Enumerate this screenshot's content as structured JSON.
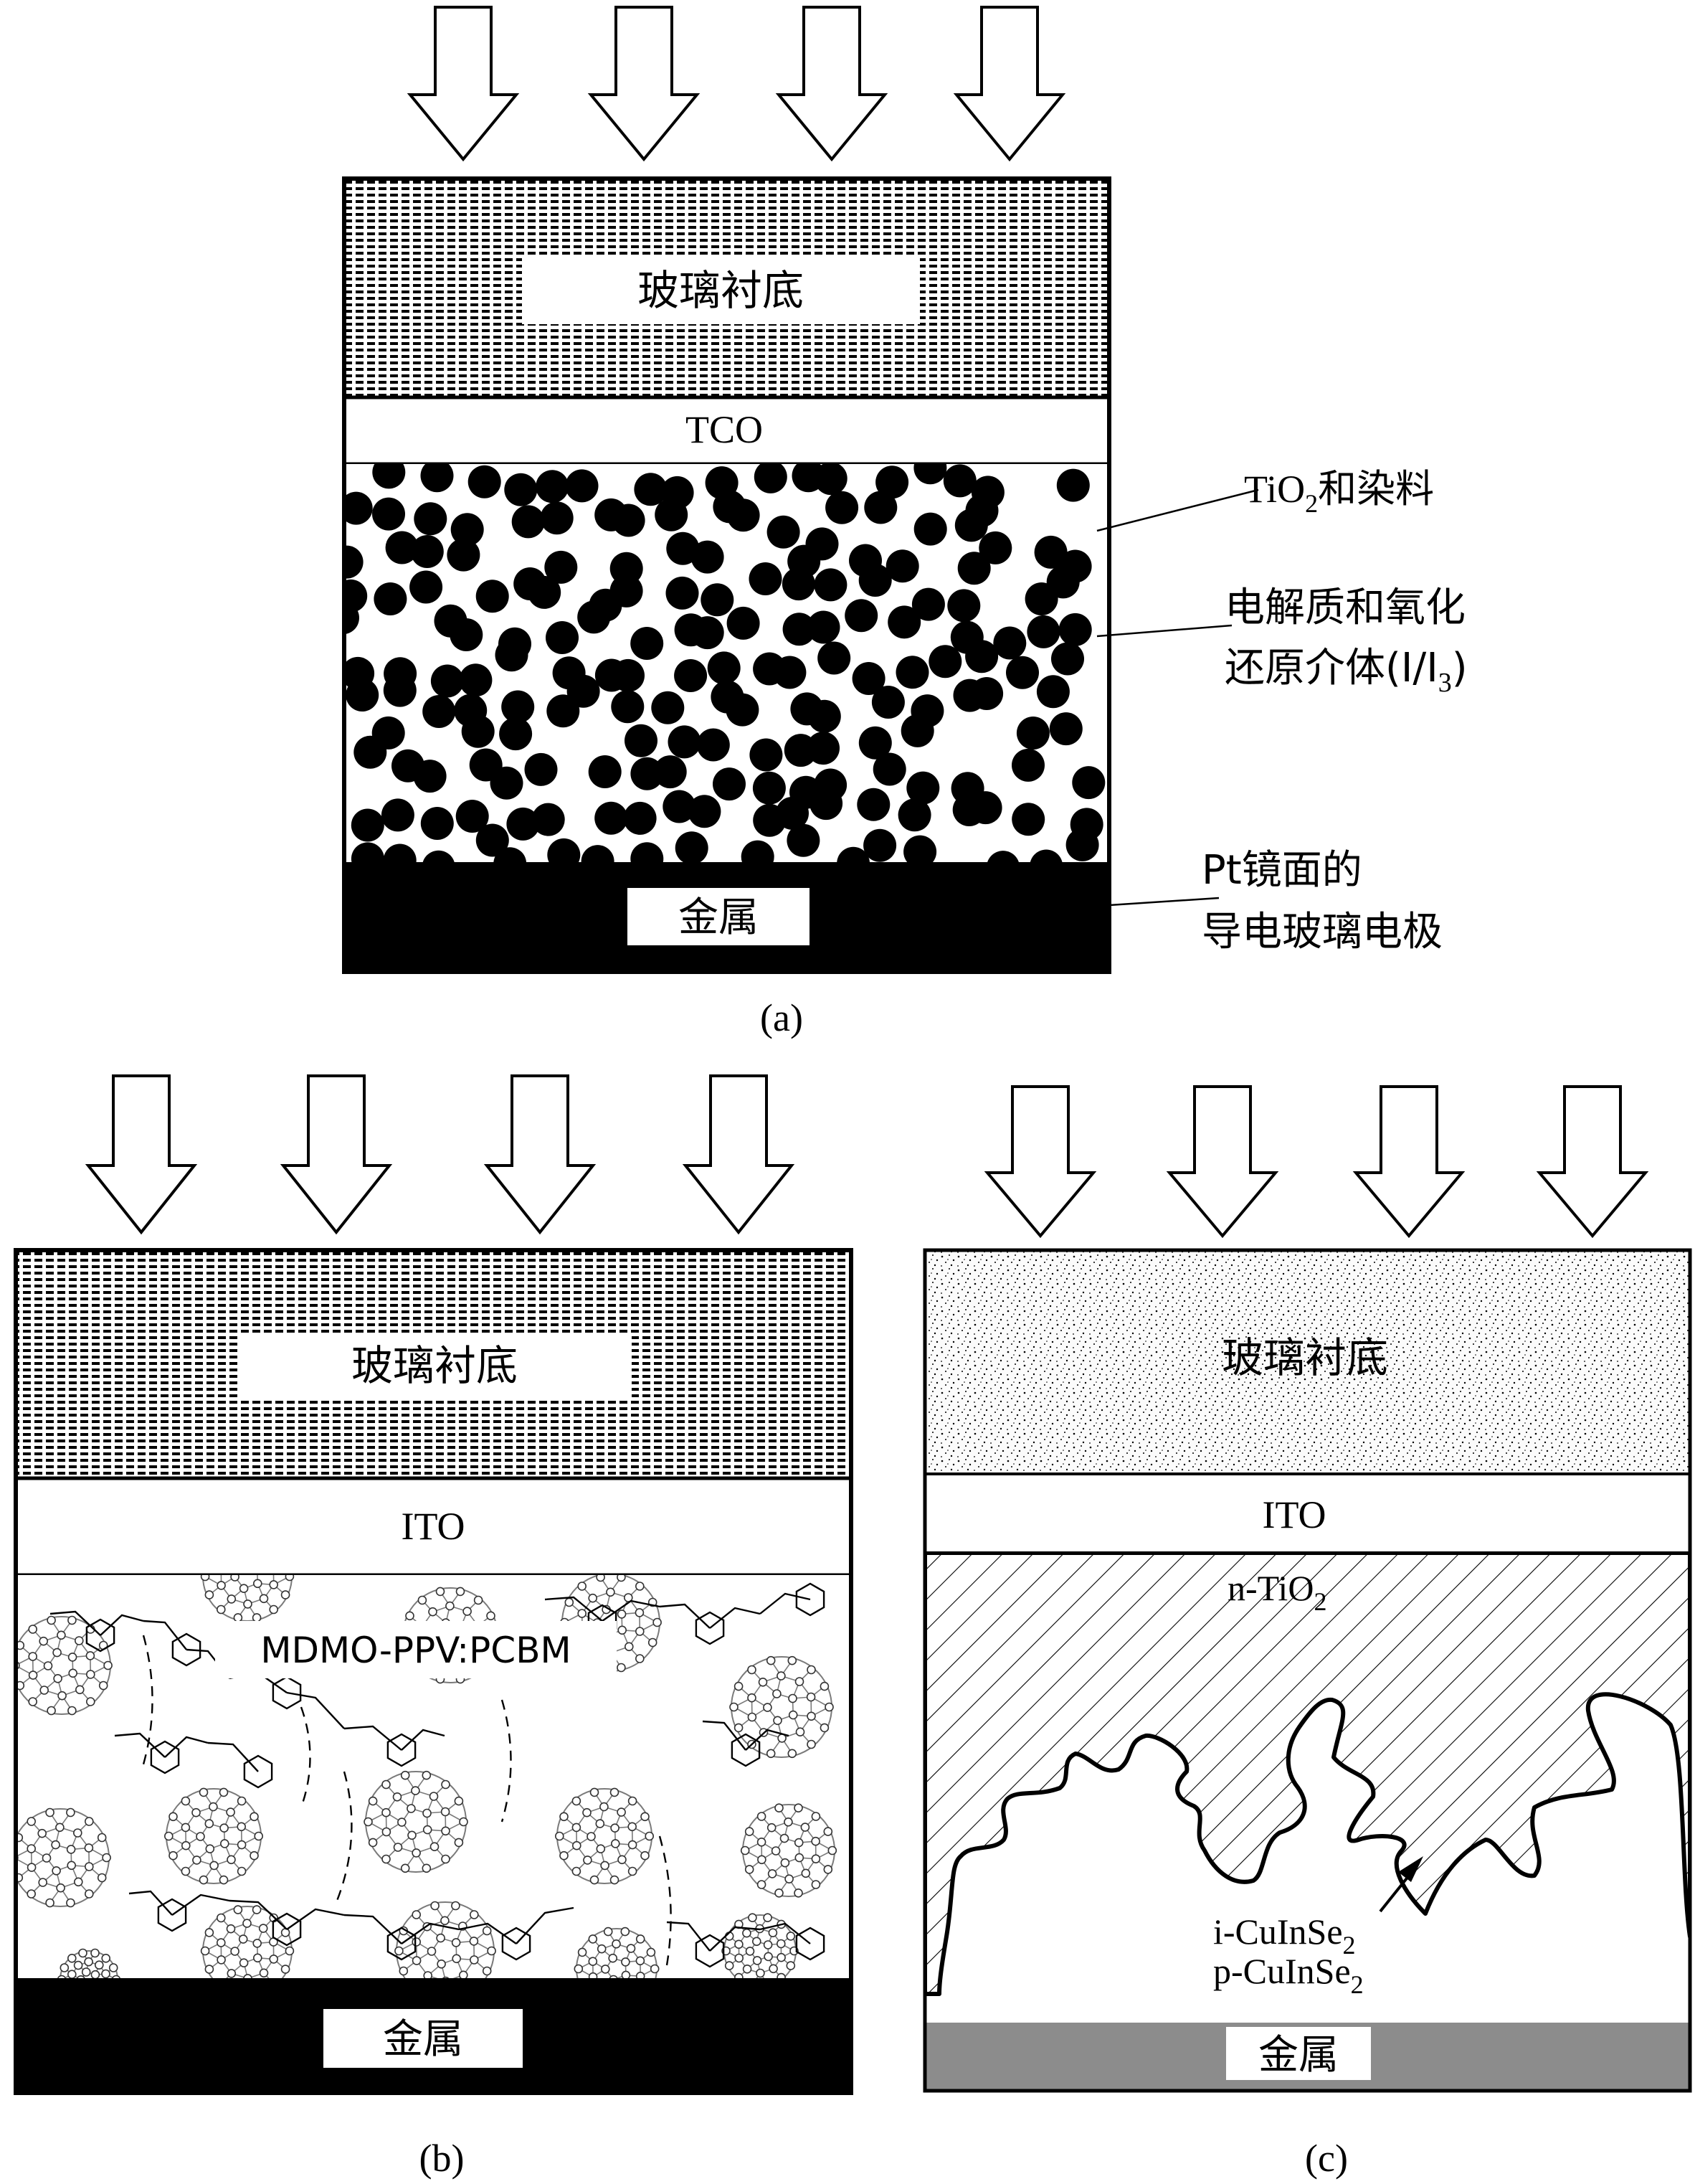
{
  "panel_a": {
    "caption": "(a)",
    "glass_label": "玻璃衬底",
    "tco_label": "TCO",
    "metal_label": "金属",
    "callout_tio2_main": "TiO",
    "callout_tio2_sub": "2",
    "callout_tio2_tail": "和染料",
    "callout_electrolyte_line1": "电解质和氧化",
    "callout_electrolyte_line2_a": "还原介体(I/I",
    "callout_electrolyte_line2_sub": "3",
    "callout_electrolyte_line2_b": ")",
    "callout_pt_line1": "Pt镜面的",
    "callout_pt_line2": "导电玻璃电极"
  },
  "panel_b": {
    "caption": "(b)",
    "glass_label": "玻璃衬底",
    "ito_label": "ITO",
    "active_label": "MDMO-PPV:PCBM",
    "metal_label": "金属"
  },
  "panel_c": {
    "caption": "(c)",
    "glass_label": "玻璃衬底",
    "ito_label": "ITO",
    "tio2_label_main": "n-TiO",
    "tio2_label_sub": "2",
    "i_layer_main": "i-CuInSe",
    "i_layer_sub": "2",
    "p_layer_main": "p-CuInSe",
    "p_layer_sub": "2",
    "metal_label": "金属"
  },
  "colors": {
    "ink": "#000000",
    "paper": "#ffffff",
    "metal_c": "#8c8c8c",
    "bond_gray": "#7a7a7a"
  }
}
